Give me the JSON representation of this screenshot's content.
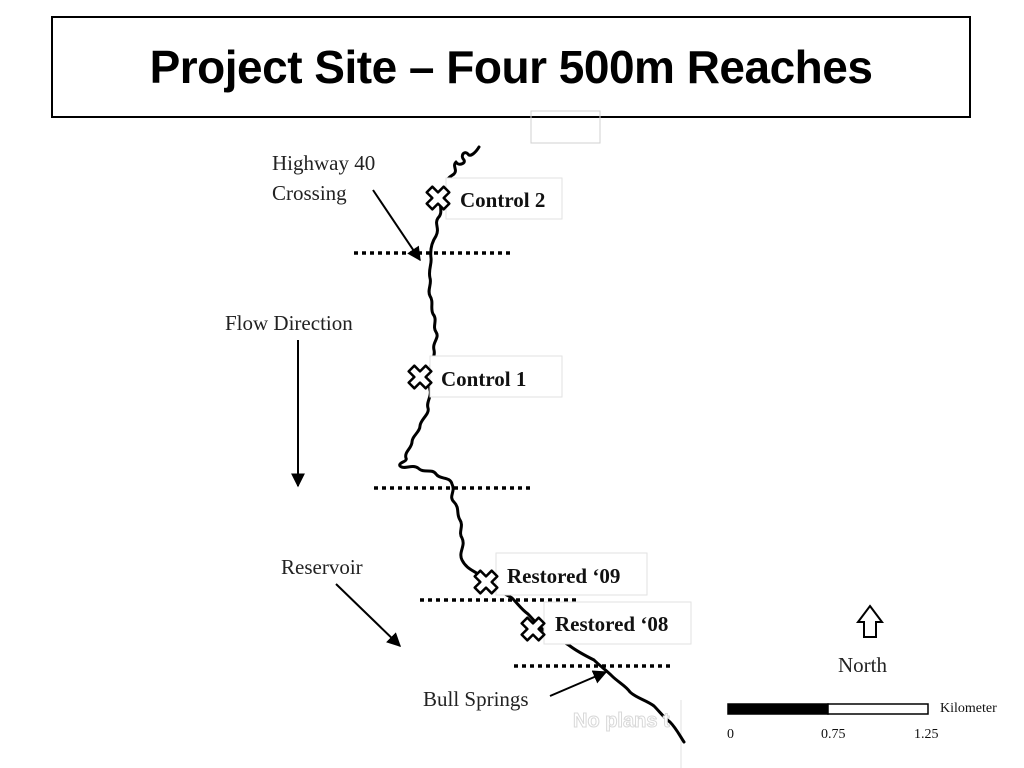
{
  "title": "Project Site – Four 500m Reaches",
  "labels": {
    "highway_line1": "Highway 40",
    "highway_line2": "Crossing",
    "flow_direction": "Flow Direction",
    "reservoir": "Reservoir",
    "bull_springs": "Bull Springs",
    "north": "North",
    "faint_overlay": "No plans t"
  },
  "sites": [
    {
      "label": "Control 2"
    },
    {
      "label": "Control 1"
    },
    {
      "label": "Restored ‘09"
    },
    {
      "label": "Restored ‘08"
    }
  ],
  "scale_bar": {
    "unit": "Kilometer",
    "ticks": [
      "0",
      "0.75",
      "1.25"
    ]
  },
  "colors": {
    "ink": "#000000",
    "background": "#ffffff"
  },
  "icons": [
    "cross-marker-icon",
    "north-arrow-icon"
  ]
}
